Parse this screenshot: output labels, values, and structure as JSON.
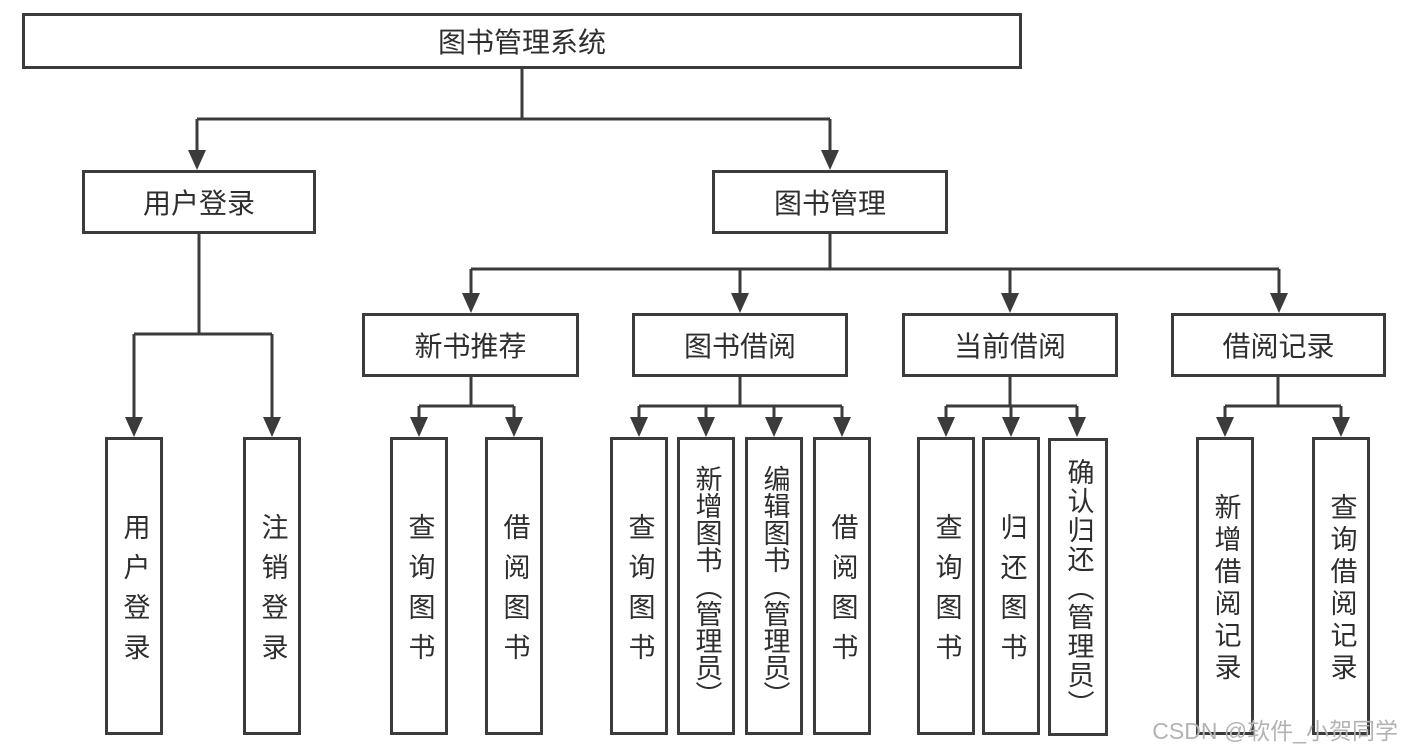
{
  "diagram": {
    "root": {
      "label": "图书管理系统"
    },
    "branches": [
      {
        "label": "用户登录",
        "children": [
          {
            "label": "用户登录"
          },
          {
            "label": "注销登录"
          }
        ]
      },
      {
        "label": "图书管理",
        "children": [
          {
            "label": "新书推荐",
            "children": [
              {
                "label": "查询图书"
              },
              {
                "label": "借阅图书"
              }
            ]
          },
          {
            "label": "图书借阅",
            "children": [
              {
                "label": "查询图书"
              },
              {
                "label": "新增图书（管理员）"
              },
              {
                "label": "编辑图书（管理员）"
              },
              {
                "label": "借阅图书"
              }
            ]
          },
          {
            "label": "当前借阅",
            "children": [
              {
                "label": "查询图书"
              },
              {
                "label": "归还图书"
              },
              {
                "label": "确认归还（管理员）"
              }
            ]
          },
          {
            "label": "借阅记录",
            "children": [
              {
                "label": "新增借阅记录"
              },
              {
                "label": "查询借阅记录"
              }
            ]
          }
        ]
      }
    ]
  },
  "watermark": {
    "text": "CSDN @软件_小贺同学"
  },
  "colors": {
    "line": "#3b3b3b",
    "text": "#2e2e2e",
    "background": "#ffffff",
    "watermark": "#b3b3b3"
  }
}
